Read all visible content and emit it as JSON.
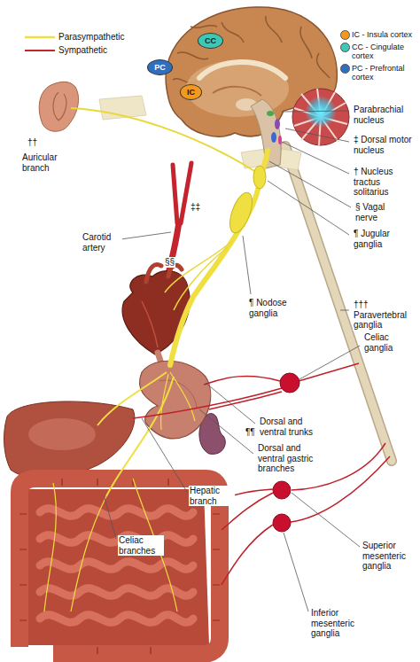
{
  "diagram": {
    "nodes": [
      {
        "text": [
          "CC"
        ]
      },
      {
        "text": [
          "PC"
        ]
      },
      {
        "text": [
          "IC"
        ]
      }
    ],
    "labels": [
      "Parabrachial nucleus",
      "‡ Dorsal motor nucleus",
      "††",
      "Auricular branch",
      "† Nucleus tractus solitarius",
      "‡‡",
      "§ Vagal nerve",
      "¶ Jugular ganglia",
      "Carotid artery",
      "§§",
      "¶ Nodose ganglia",
      "††† Paravertebral ganglia",
      "Celiac ganglia",
      "Dorsal and ventral trunks",
      "¶¶",
      "Dorsal and ventral gastric branches",
      "Hepatic branch",
      "Celiac branches",
      "Superior mesenteric ganglia",
      "Inferior mesenteric ganglia"
    ],
    "legend": [
      {
        "text": "Parasympathetic"
      },
      {
        "text": "Sympathetic"
      },
      {
        "text": "IC - Insula cortex",
        "color": "#f39a1e"
      },
      {
        "text": "CC - Cingulate cortex",
        "color": "#3cc8b4"
      },
      {
        "text": "PC - Prefrontal cortex",
        "color": "#2f6fc0"
      }
    ]
  }
}
